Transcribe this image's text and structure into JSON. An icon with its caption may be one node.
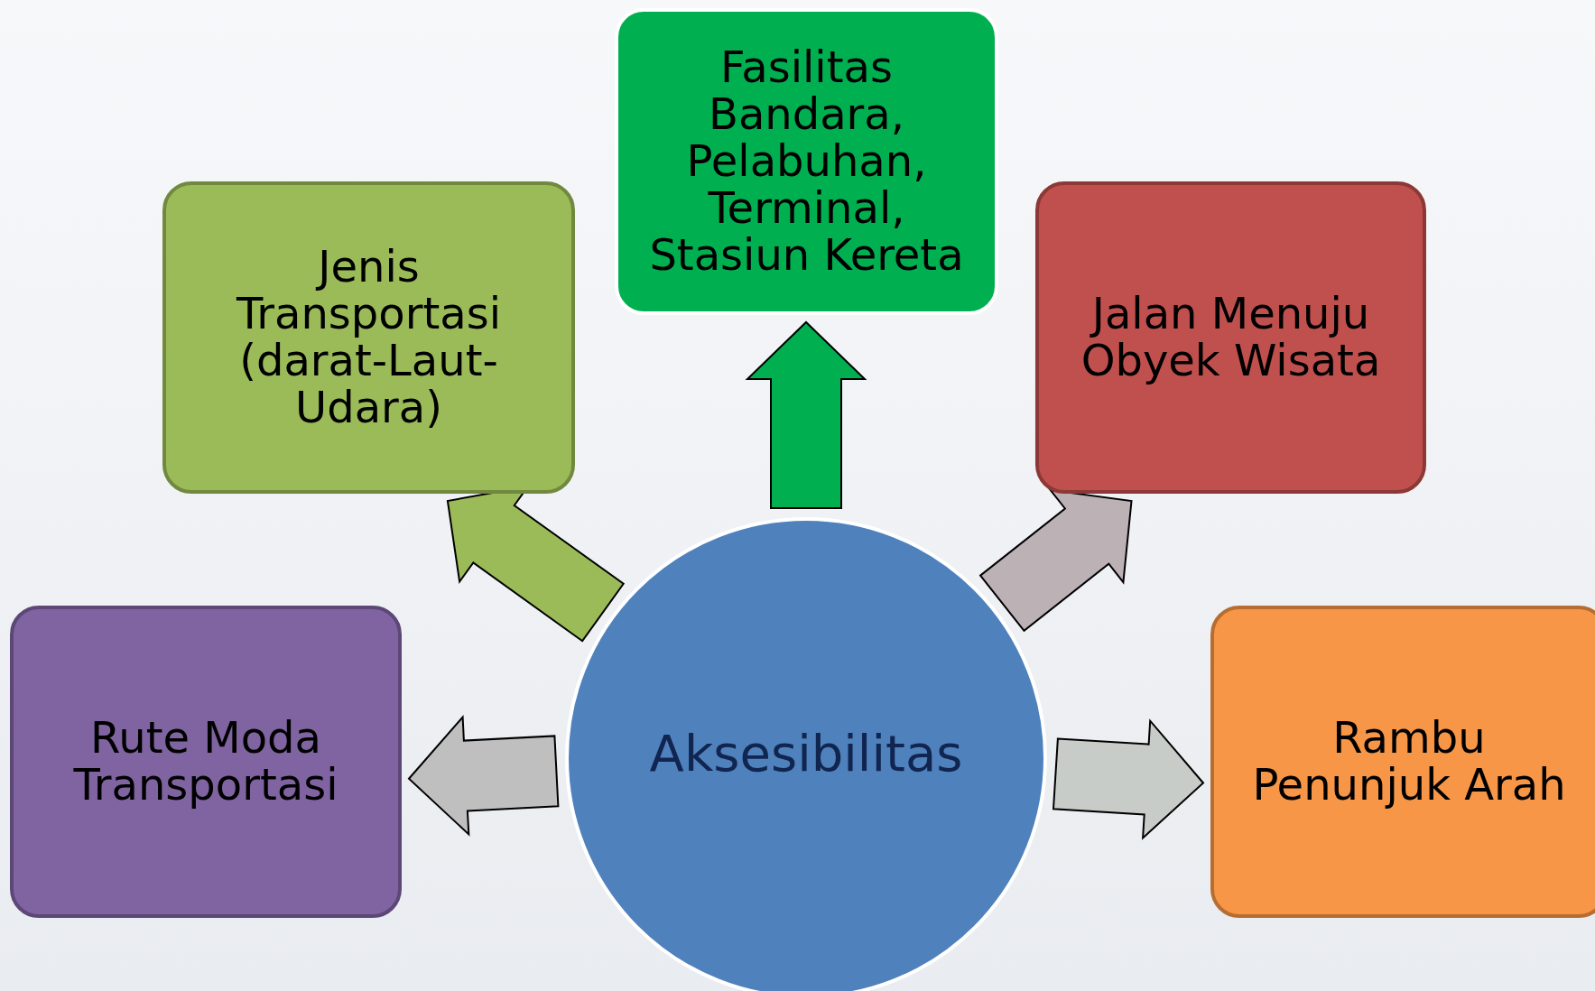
{
  "diagram": {
    "nodes": [
      {
        "text": [
          "Aksesibilitas"
        ]
      },
      {
        "text": [
          "Jenis Transportasi (darat-Laut-Udara)"
        ]
      },
      {
        "text": [
          "Fasilitas Bandara, Pelabuhan, Terminal, Stasiun Kereta"
        ]
      },
      {
        "text": [
          "Jalan Menuju Obyek Wisata"
        ]
      },
      {
        "text": [
          "Rute Moda Transportasi"
        ]
      },
      {
        "text": [
          "Rambu Penunjuk Arah"
        ]
      }
    ],
    "edges": [
      {
        "from": 0,
        "to": 1,
        "arrow": "to",
        "color": "#9bbb59"
      },
      {
        "from": 0,
        "to": 2,
        "arrow": "to",
        "color": "#00b050"
      },
      {
        "from": 0,
        "to": 3,
        "arrow": "to",
        "color": "#bcb1b5"
      },
      {
        "from": 0,
        "to": 4,
        "arrow": "to",
        "color": "#bfbfbf"
      },
      {
        "from": 0,
        "to": 5,
        "arrow": "to",
        "color": "#c8ccc8"
      }
    ]
  }
}
